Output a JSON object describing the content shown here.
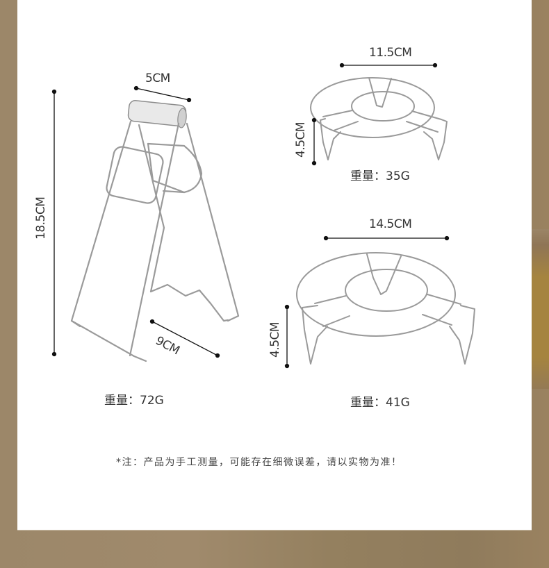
{
  "products": [
    {
      "name": "bowl-clip",
      "dimensions": {
        "width_top": "5CM",
        "height": "18.5CM",
        "width_bottom": "9CM"
      },
      "weight_label": "重量：",
      "weight_value": "72G"
    },
    {
      "name": "steamer-rack-small",
      "dimensions": {
        "diameter": "11.5CM",
        "height": "4.5CM"
      },
      "weight_label": "重量：",
      "weight_value": "35G"
    },
    {
      "name": "steamer-rack-large",
      "dimensions": {
        "diameter": "14.5CM",
        "height": "4.5CM"
      },
      "weight_label": "重量：",
      "weight_value": "41G"
    }
  ],
  "footnote": "*注：产品为手工测量，可能存在细微误差，请以实物为准！",
  "colors": {
    "background": "#9c8769",
    "panel": "#ffffff",
    "dimension_line": "#111111",
    "wire": "#9a9a9a",
    "text": "#333333"
  }
}
